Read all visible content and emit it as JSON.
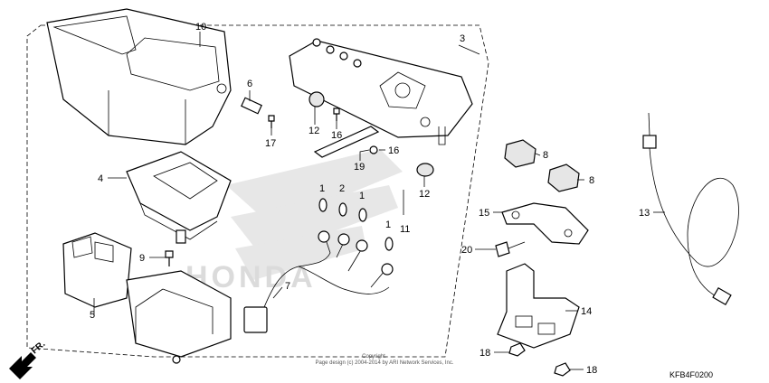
{
  "labels": {
    "p1a": "1",
    "p1b": "1",
    "p1c": "1",
    "p2": "2",
    "p3": "3",
    "p4": "4",
    "p5": "5",
    "p6": "6",
    "p7": "7",
    "p8a": "8",
    "p8b": "8",
    "p9": "9",
    "p10": "10",
    "p11": "11",
    "p12a": "12",
    "p12b": "12",
    "p13": "13",
    "p14": "14",
    "p15": "15",
    "p16a": "16",
    "p16b": "16",
    "p17": "17",
    "p18a": "18",
    "p18b": "18",
    "p19": "19",
    "p20": "20"
  },
  "watermark": "HONDA",
  "front_label": "FR.",
  "copyright_line1": "Copyright",
  "copyright_line2": "Page design (c) 2004-2014 by ARI Network Services, Inc.",
  "diagram_code": "KFB4F0200"
}
